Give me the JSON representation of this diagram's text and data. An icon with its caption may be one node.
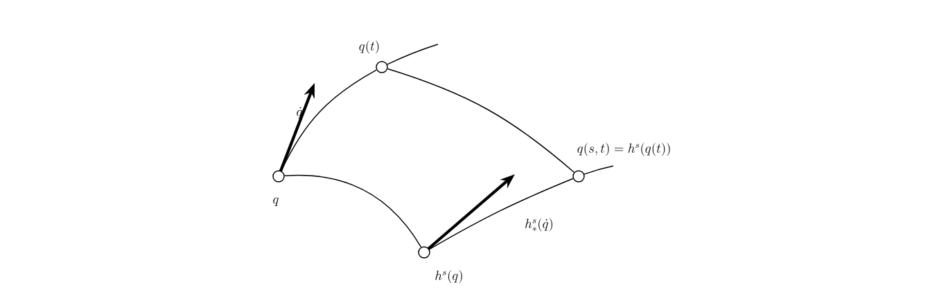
{
  "diagram": {
    "nodes": [
      {
        "text": [],
        "shape": "circle",
        "beside": [
          "q"
        ]
      },
      {
        "text": [],
        "shape": "circle",
        "beside": [
          "q(t)"
        ]
      },
      {
        "text": [],
        "shape": "circle",
        "beside": [
          "q(s, t) = h^s(q(t))"
        ]
      },
      {
        "text": [],
        "shape": "circle",
        "beside": [
          "h^s(q)"
        ]
      }
    ],
    "edges": [
      {
        "from": 0,
        "to": 1,
        "arrow": "none"
      },
      {
        "from": 1,
        "to": null,
        "arrow": "none"
      },
      {
        "from": 1,
        "to": 2,
        "arrow": "none"
      },
      {
        "from": 0,
        "to": 3,
        "arrow": "none"
      },
      {
        "from": 3,
        "to": 2,
        "arrow": "none"
      },
      {
        "from": 2,
        "to": null,
        "arrow": "none"
      }
    ],
    "labels": [
      "\\dot{q}",
      "h^s_*(\\dot{q})"
    ]
  }
}
